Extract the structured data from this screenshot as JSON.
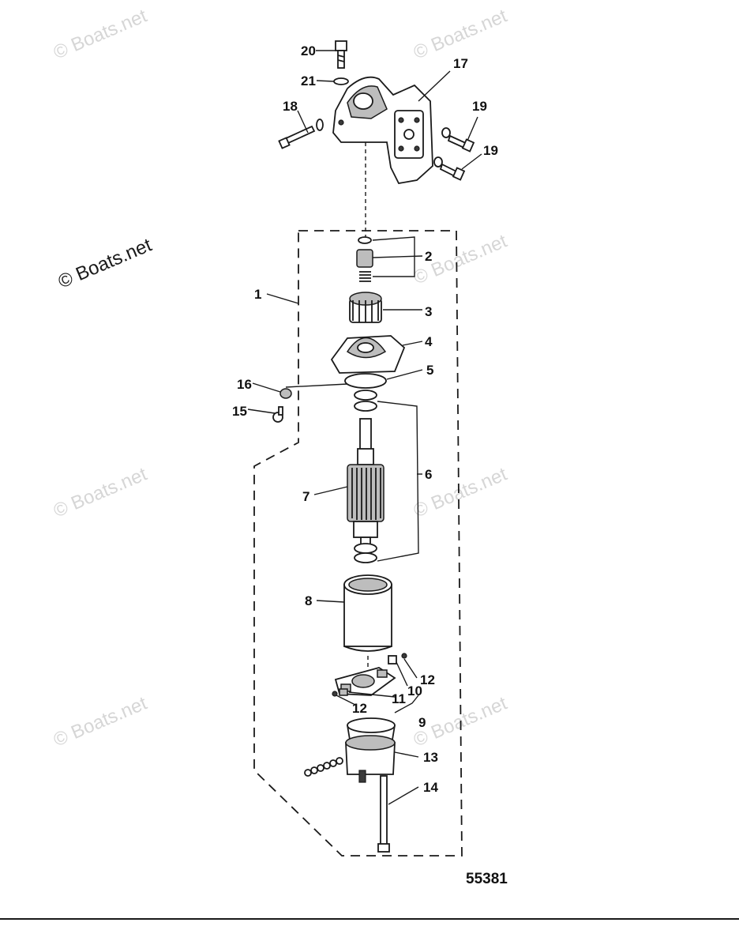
{
  "watermark": {
    "text": "© Boats.net",
    "color_light": "#d6d6d6",
    "color_dark": "#1a1a1a"
  },
  "figure_number": "55381",
  "callouts": {
    "c1": "1",
    "c2": "2",
    "c3": "3",
    "c4": "4",
    "c5": "5",
    "c6": "6",
    "c7": "7",
    "c8": "8",
    "c9": "9",
    "c10": "10",
    "c11": "11",
    "c12a": "12",
    "c12b": "12",
    "c13": "13",
    "c14": "14",
    "c15": "15",
    "c16": "16",
    "c17": "17",
    "c18": "18",
    "c19a": "19",
    "c19b": "19",
    "c20": "20",
    "c21": "21"
  }
}
